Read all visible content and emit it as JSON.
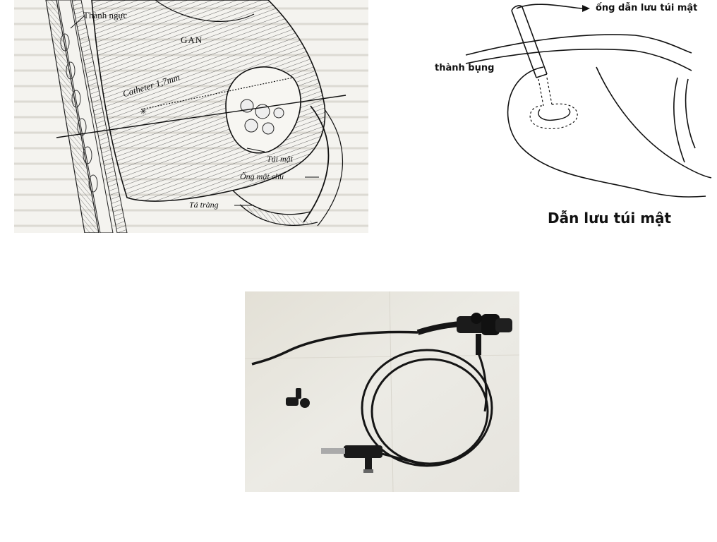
{
  "left_diagram": {
    "labels": {
      "chest_wall": "Thành ngực",
      "liver": "GAN",
      "catheter": "Catheter 1,7mm",
      "gallbladder": "Túi mật",
      "common_bile_duct": "Ống mật chủ",
      "duodenum": "Tá tràng"
    }
  },
  "right_diagram": {
    "labels": {
      "drain_tube": "ống dẫn lưu túi mật",
      "abdominal_wall": "thành bụng"
    },
    "caption": "Dẫn lưu túi mật"
  },
  "photo": {
    "subject": "flexible endoscope",
    "colors": {
      "sheet": "#e9e6de",
      "scope": "#151515"
    }
  }
}
